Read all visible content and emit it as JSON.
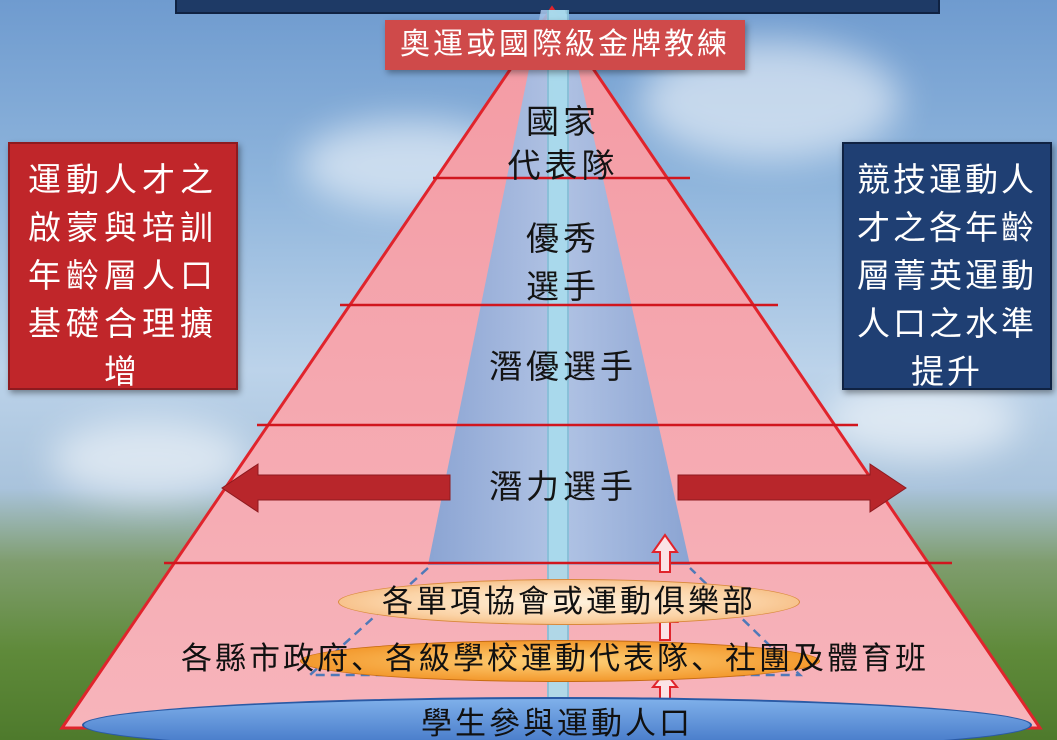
{
  "diagram": {
    "top_banner": "",
    "apex_label": "奧運或國際級金牌教練",
    "left_box": {
      "lines": [
        "運動人才之",
        "啟蒙與培訓",
        "年齡層人口",
        "基礎合理擴",
        "增"
      ]
    },
    "right_box": {
      "lines": [
        "競技運動人",
        "才之各年齡",
        "層菁英運動",
        "人口之水準",
        "提升"
      ]
    },
    "tiers": {
      "national_team": [
        "國家",
        "代表隊"
      ],
      "excellent": [
        "優秀",
        "選手"
      ],
      "latent_excellent": "潛優選手",
      "potential": "潛力選手"
    },
    "ellipses": {
      "associations": "各單項協會或運動俱樂部",
      "counties": "各縣市政府、各級學校運動代表隊、社團及體育班",
      "students": "學生參與運動人口"
    },
    "colors": {
      "pyramid_fill": "#f4a3ab",
      "pyramid_border": "#e0242c",
      "blue_band": "#8fb2df",
      "left_box": "#c0262a",
      "right_box": "#1f3f73",
      "apex_banner": "#cf4a4a",
      "arrow_red": "#b8262b",
      "ellipse_orange": "#f3a94a",
      "ellipse_blue": "#5f8fd6"
    }
  }
}
